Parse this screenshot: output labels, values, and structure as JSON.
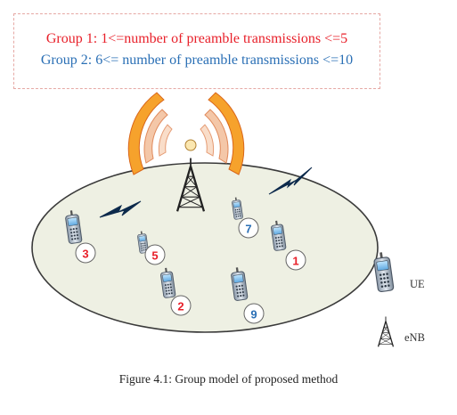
{
  "legend": {
    "group1": "Group 1:  1<=number of preamble transmissions <=5",
    "group2": "Group 2:  6<= number of preamble transmissions <=10",
    "group1_color": "#e8202a",
    "group2_color": "#2a6fb5"
  },
  "ue_devices": [
    {
      "id": "3",
      "group": 1
    },
    {
      "id": "5",
      "group": 1
    },
    {
      "id": "2",
      "group": 1
    },
    {
      "id": "9",
      "group": 2
    },
    {
      "id": "7",
      "group": 2
    },
    {
      "id": "1",
      "group": 1
    }
  ],
  "key": {
    "ue_label": "UE",
    "enb_label": "eNB"
  },
  "caption": "Figure 4.1: Group model of proposed method",
  "icons": [
    "cell-tower-icon",
    "phone-icon",
    "lightning-icon",
    "radio-wave-icon"
  ]
}
